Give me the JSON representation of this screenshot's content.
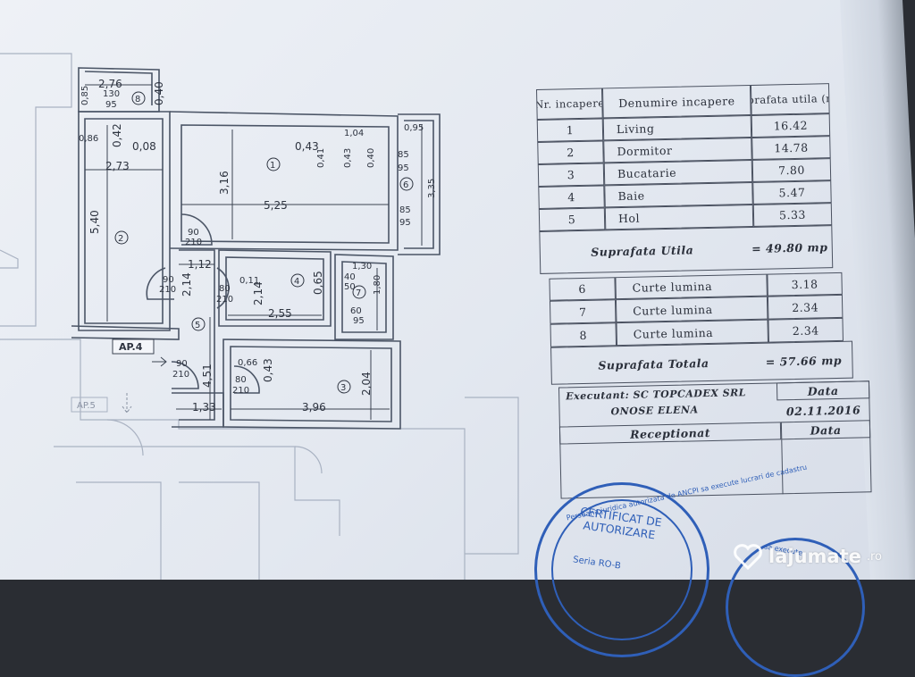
{
  "table": {
    "header": {
      "nr": "Nr. incapere",
      "denumire": "Denumire incapere",
      "suprafata": "Suprafata utila (mp)"
    },
    "rooms": [
      {
        "nr": "1",
        "name": "Living",
        "area": "16.42"
      },
      {
        "nr": "2",
        "name": "Dormitor",
        "area": "14.78"
      },
      {
        "nr": "3",
        "name": "Bucatarie",
        "area": "7.80"
      },
      {
        "nr": "4",
        "name": "Baie",
        "area": "5.47"
      },
      {
        "nr": "5",
        "name": "Hol",
        "area": "5.33"
      }
    ],
    "utila_label": "Suprafata Utila",
    "utila_value": "= 49.80 mp",
    "courts": [
      {
        "nr": "6",
        "name": "Curte lumina",
        "area": "3.18"
      },
      {
        "nr": "7",
        "name": "Curte lumina",
        "area": "2.34"
      },
      {
        "nr": "8",
        "name": "Curte lumina",
        "area": "2.34"
      }
    ],
    "totala_label": "Suprafata Totala",
    "totala_value": "= 57.66 mp",
    "executant": "Executant: SC TOPCADEX SRL",
    "executant_name": "ONOSE ELENA",
    "data_label": "Data",
    "data_value": "02.11.2016",
    "receptionat": "Receptionat",
    "data_label_2": "Data"
  },
  "plan": {
    "dims": [
      "2,76",
      "130",
      "95",
      "0,40",
      "0,85",
      "0,86",
      "0,42",
      "0,08",
      "2,73",
      "0,43",
      "1,04",
      "0,95",
      "0,41",
      "0,43",
      "0,40",
      "85",
      "95",
      "85",
      "95",
      "3,35",
      "3,16",
      "5,25",
      "5,40",
      "90",
      "210",
      "1,12",
      "90",
      "210",
      "2,14",
      "80",
      "210",
      "0,11",
      "2,14",
      "2,55",
      "0,65",
      "1,30",
      "40",
      "50",
      "1,80",
      "60",
      "95",
      "90",
      "210",
      "0,66",
      "80",
      "210",
      "4,51",
      "0,43",
      "2,04",
      "1,33",
      "3,96"
    ],
    "room_numbers": [
      "1",
      "2",
      "3",
      "4",
      "5",
      "6",
      "7",
      "8"
    ],
    "labels": {
      "ap4": "AP.4",
      "ap5": "AP.5"
    }
  },
  "stamps": {
    "main_title": "CERTIFICAT DE AUTORIZARE",
    "main_seria": "Seria RO-B",
    "main_ring": "Persoana juridica autorizata de ANCPI sa execute lucrari de cadastru",
    "second_ring": "sa execute"
  },
  "watermark": {
    "brand": "lajumate",
    "domain": ".ro"
  },
  "colors": {
    "paper": "#e6ebf2",
    "ink": "#2e3440",
    "stamp": "#2f5fb8"
  }
}
